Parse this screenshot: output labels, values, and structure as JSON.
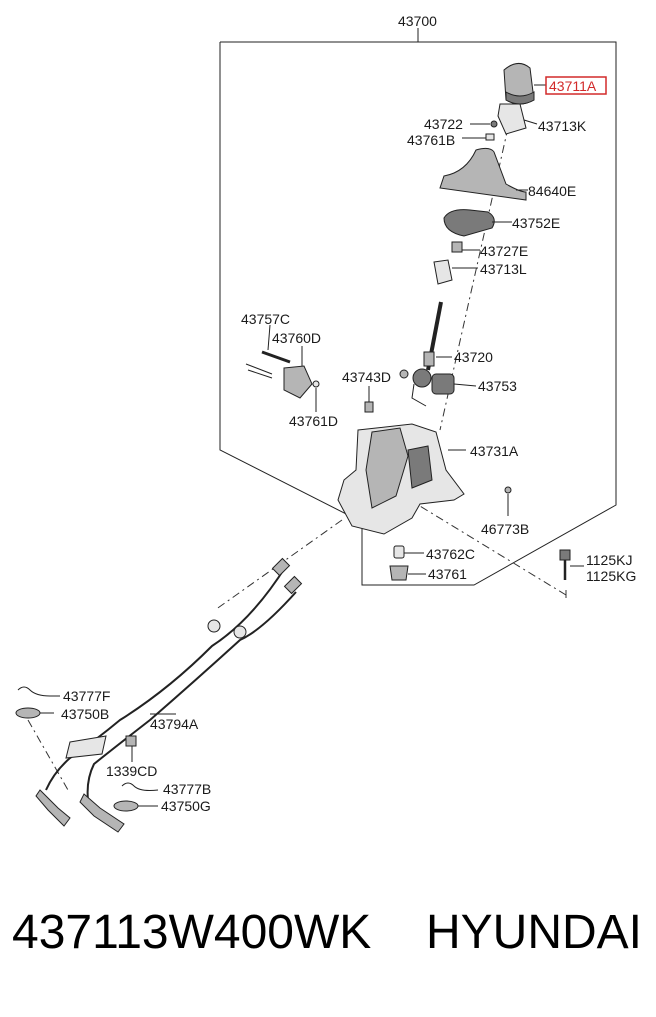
{
  "diagram": {
    "assembly_label": "43700",
    "highlight_color": "#d22a2a",
    "labels": {
      "p43711A": "43711A",
      "p43722": "43722",
      "p43713K": "43713K",
      "p43761B": "43761B",
      "p84640E": "84640E",
      "p43752E": "43752E",
      "p43727E": "43727E",
      "p43713L": "43713L",
      "p43757C": "43757C",
      "p43760D": "43760D",
      "p43720": "43720",
      "p43743D": "43743D",
      "p43753": "43753",
      "p43761D": "43761D",
      "p43731A": "43731A",
      "p46773B": "46773B",
      "p43762C": "43762C",
      "p43761": "43761",
      "p1125KJ": "1125KJ",
      "p1125KG": "1125KG",
      "p43777F": "43777F",
      "p43750B": "43750B",
      "p43794A": "43794A",
      "p1339CD": "1339CD",
      "p43777B": "43777B",
      "p43750G": "43750G"
    }
  },
  "footer": {
    "part_number": "437113W400WK",
    "brand": "HYUNDAI"
  }
}
